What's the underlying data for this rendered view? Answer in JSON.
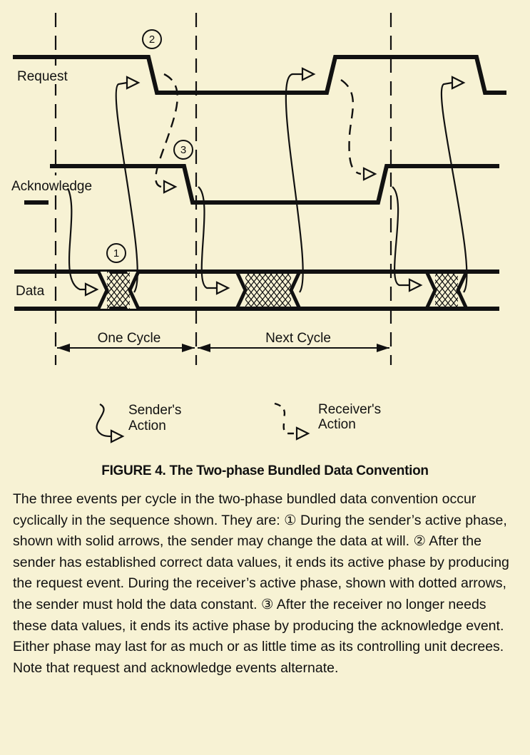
{
  "signals": {
    "request": "Request",
    "acknowledge": "Acknowledge",
    "data": "Data"
  },
  "cycles": {
    "first": "One Cycle",
    "next": "Next Cycle"
  },
  "event_markers": {
    "one": "1",
    "two": "2",
    "three": "3"
  },
  "legend": {
    "sender_line1": "Sender's",
    "sender_line2": "Action",
    "receiver_line1": "Receiver's",
    "receiver_line2": "Action"
  },
  "figure": {
    "title": "FIGURE 4.   The Two-phase Bundled Data Convention",
    "caption": "The three events per cycle in the two-phase bundled data convention occur cyclically in the sequence shown. They are: ① During the sender’s active phase, shown with solid arrows, the sender may change the data at will. ② After the sender has established correct data values, it ends its active phase by producing the request event. During the receiver’s active phase, shown with dotted arrows, the sender must hold the data constant. ③ After the receiver no longer needs these data values, it ends its active phase by producing the acknowledge event. Either phase may last for as much or as little time as its controlling unit decrees. Note that request and acknowledge events alternate."
  },
  "colors": {
    "background": "#f7f2d4",
    "ink": "#111111"
  }
}
